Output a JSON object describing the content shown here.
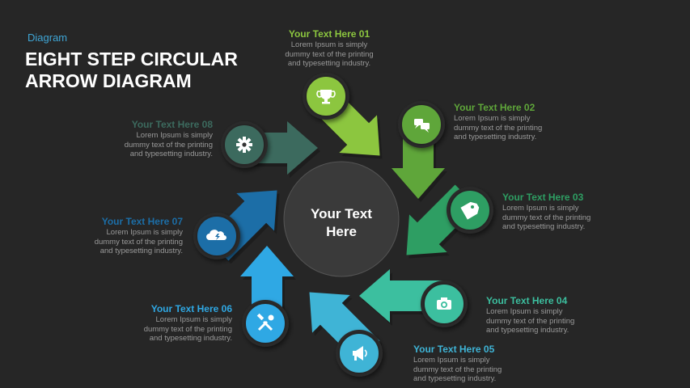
{
  "header": {
    "subtitle": "Diagram",
    "title": "EIGHT STEP CIRCULAR ARROW DIAGRAM"
  },
  "center": {
    "text": "Your Text\nHere"
  },
  "steps": [
    {
      "title": "Your  Text Here 01",
      "body": "Lorem Ipsum is simply dummy text of the printing and typesetting industry.",
      "color": "#8cc63f",
      "icon": "trophy-icon"
    },
    {
      "title": "Your  Text Here 02",
      "body": "Lorem Ipsum is simply dummy text of the printing and typesetting industry.",
      "color": "#5fa63a",
      "icon": "chat-bubbles-icon"
    },
    {
      "title": "Your  Text Here 03",
      "body": "Lorem Ipsum is simply dummy text of the printing and typesetting industry.",
      "color": "#2e9e63",
      "icon": "price-tag-icon"
    },
    {
      "title": "Your  Text Here 04",
      "body": "Lorem Ipsum is simply dummy text of the printing and typesetting industry.",
      "color": "#3cbf9f",
      "icon": "camera-icon"
    },
    {
      "title": "Your  Text Here 05",
      "body": "Lorem Ipsum is simply dummy text of the printing and typesetting industry.",
      "color": "#3fb4d6",
      "icon": "megaphone-icon"
    },
    {
      "title": "Your  Text Here 06",
      "body": "Lorem Ipsum is simply dummy text of the printing and typesetting industry.",
      "color": "#2fa8e4",
      "icon": "tools-icon"
    },
    {
      "title": "Your  Text Here 07",
      "body": "Lorem Ipsum is simply dummy text of the printing and typesetting industry.",
      "color": "#1c6ea7",
      "icon": "cloud-power-icon"
    },
    {
      "title": "Your  Text Here 08",
      "body": "Lorem Ipsum is simply dummy text of the printing and typesetting industry.",
      "color": "#3c6a5e",
      "icon": "gear-icon"
    }
  ]
}
